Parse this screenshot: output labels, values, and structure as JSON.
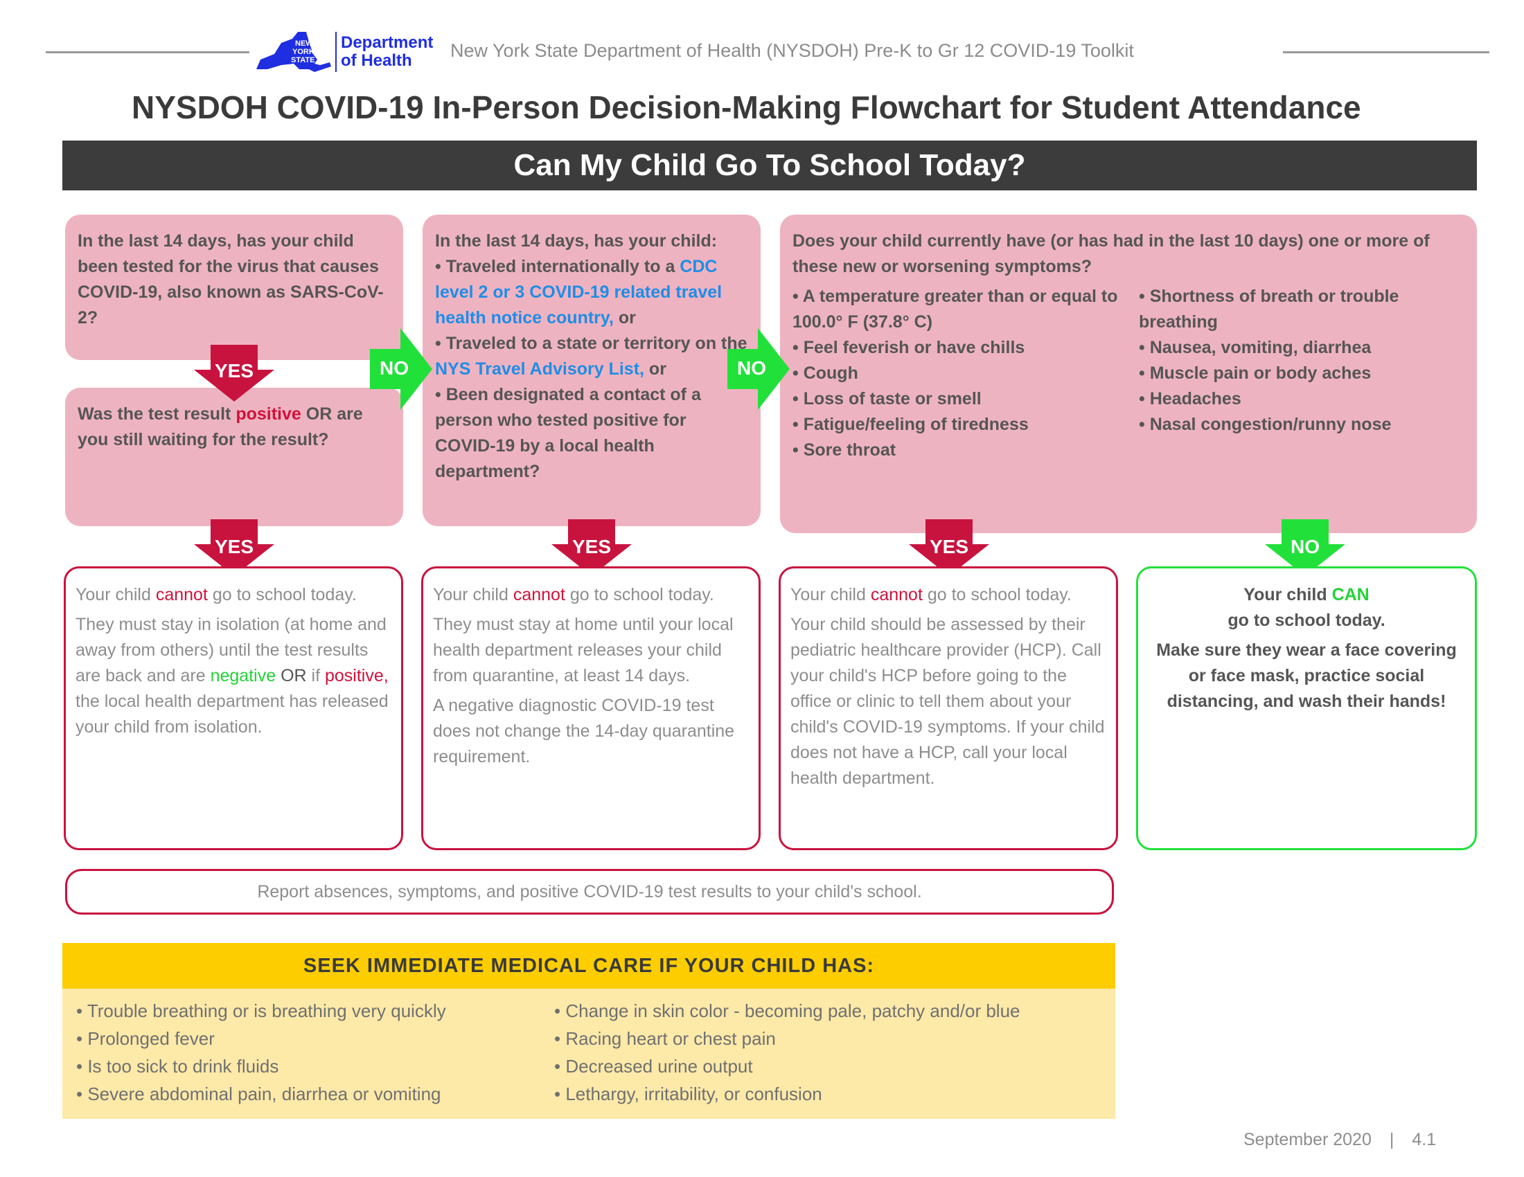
{
  "header": {
    "logo_text_1": "NEW",
    "logo_text_2": "YORK",
    "logo_text_3": "STATE",
    "department": "Department",
    "of_health": "of Health",
    "toolkit": "New York State Department of Health (NYSDOH) Pre-K to Gr 12 COVID-19 Toolkit"
  },
  "title": "NYSDOH COVID-19 In-Person Decision-Making Flowchart for Student Attendance",
  "banner": "Can My Child Go To School Today?",
  "q1": {
    "text_a": "In the last 14 days, has your child been tested for the virus that causes COVID-19, also known as SARS-CoV-2?"
  },
  "q2": {
    "text_a": "Was the test result",
    "positive": "positive",
    "text_b": "OR are you still waiting for the result?"
  },
  "q3": {
    "intro": "In the last 14 days, has your child:",
    "item1_a": "Traveled internationally to a",
    "item1_link": "CDC level 2 or 3 COVID-19 related travel health notice country,",
    "item1_b": "or",
    "item2_a": "Traveled to a state or territory on the",
    "item2_link": "NYS Travel Advisory List,",
    "item2_b": "or",
    "item3": "Been designated a contact of a person who tested positive for COVID-19 by a local health department?"
  },
  "q4": {
    "intro": "Does your child currently have (or has had in the last 10 days) one or more of these new or worsening symptoms?",
    "col1": [
      "A temperature greater than or equal to 100.0° F (37.8° C)",
      "Feel feverish or have chills",
      "Cough",
      "Loss of taste or smell",
      "Fatigue/feeling of tiredness",
      "Sore throat"
    ],
    "col2": [
      "Shortness of breath or trouble breathing",
      "Nausea, vomiting, diarrhea",
      "Muscle pain or body aches",
      "Headaches",
      "Nasal congestion/runny nose"
    ]
  },
  "arrows": {
    "yes": "YES",
    "no": "NO"
  },
  "r1": {
    "a": "Your child",
    "cannot": "cannot",
    "b": "go to school today.",
    "c": "They must stay in isolation (at home and away from others) until the test results are back and are",
    "negative": "negative",
    "or": "OR",
    "if": "if",
    "positive": "positive,",
    "d": "the local health department has released your child from isolation."
  },
  "r2": {
    "a": "Your child",
    "cannot": "cannot",
    "b": "go to school today.",
    "c": "They must stay at home until your local health department releases your child from quarantine, at least 14 days.",
    "d": "A negative diagnostic COVID-19 test does not change the 14-day quarantine requirement."
  },
  "r3": {
    "a": "Your child",
    "cannot": "cannot",
    "b": "go to school today.",
    "c": "Your child should be assessed by their pediatric healthcare provider (HCP). Call your child's HCP before going to the office or clinic to tell them about your child's COVID-19 symptoms. If your child does not have a HCP, call your local health department."
  },
  "r4": {
    "a": "Your child",
    "can": "CAN",
    "b": "go to school today.",
    "c": "Make sure they wear a face covering or face mask, practice social distancing, and wash their hands!"
  },
  "report": "Report absences, symptoms, and positive COVID-19 test results to your child's school.",
  "seek": {
    "heading": "SEEK IMMEDIATE MEDICAL CARE IF YOUR CHILD HAS:",
    "col1": [
      "Trouble breathing or is breathing very quickly",
      "Prolonged fever",
      "Is too sick to drink fluids",
      "Severe abdominal pain, diarrhea or vomiting"
    ],
    "col2": [
      "Change in skin color - becoming pale, patchy and/or blue",
      "Racing heart or chest pain",
      "Decreased urine output",
      "Lethargy, irritability, or confusion"
    ]
  },
  "footer": {
    "date": "September 2020",
    "page": "4.1"
  },
  "colors": {
    "pink_box": "#eeb3c1",
    "red": "#d0123b",
    "green": "#22d436",
    "blue_link": "#1f8de6",
    "nys_blue": "#1f2ee0",
    "yellow": "#fdcd00"
  }
}
